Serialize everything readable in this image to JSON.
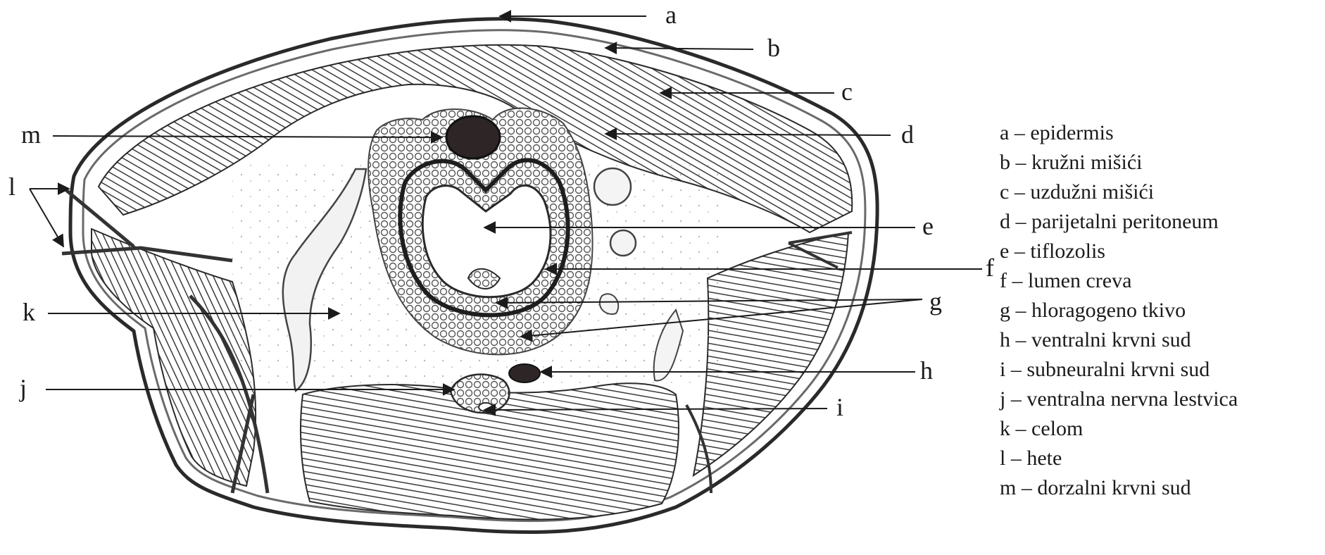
{
  "labels": {
    "a": "a",
    "b": "b",
    "c": "c",
    "d": "d",
    "e": "e",
    "f": "f",
    "g": "g",
    "h": "h",
    "i": "i",
    "j": "j",
    "k": "k",
    "l": "l",
    "m": "m"
  },
  "legend": [
    "a – epidermis",
    "b – kružni mišići",
    "c – uzdužni mišići",
    "d – parijetalni peritoneum",
    "e – tiflozolis",
    "f – lumen creva",
    "g – hloragogeno tkivo",
    "h – ventralni krvni sud",
    "i – subneuralni krvni sud",
    "j – ventralna nervna lestvica",
    "k – celom",
    "l – hete",
    "m – dorzalni krvni sud"
  ]
}
